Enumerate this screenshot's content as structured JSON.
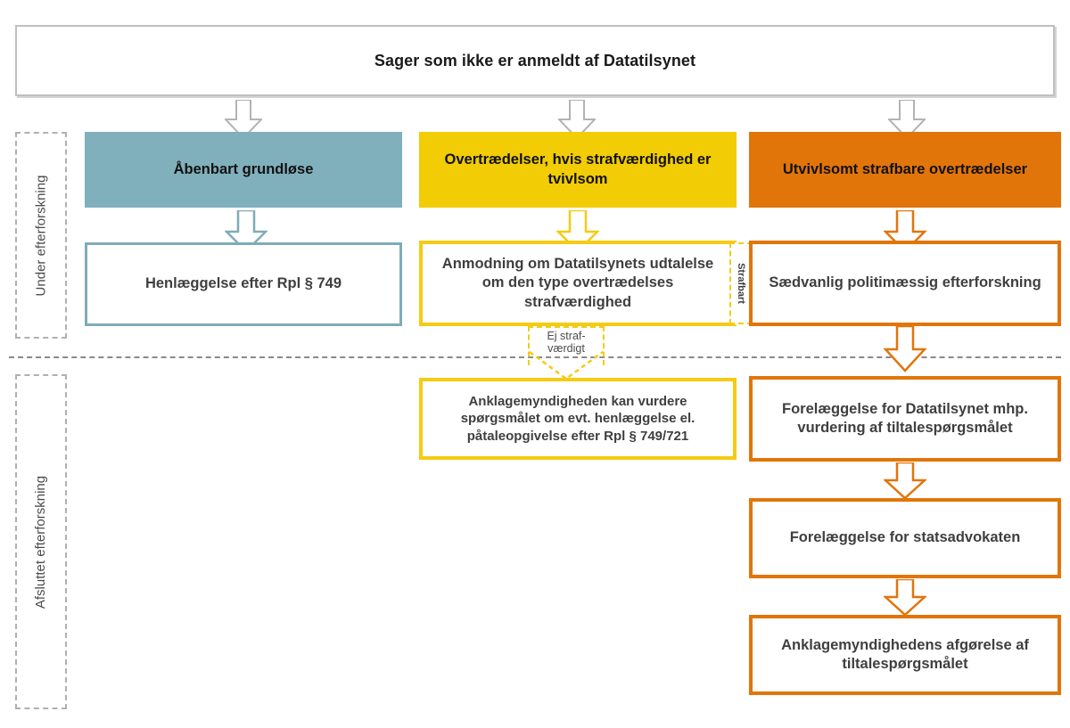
{
  "diagram": {
    "title": "Sager som ikke er anmeldt af Datatilsynet",
    "bands": [
      {
        "label": "Under efterforskning"
      },
      {
        "label": "Afsluttet efterforskning"
      }
    ],
    "colors": {
      "teal": "#80b0bc",
      "yellow": "#f2cc04",
      "orange": "#e2750a",
      "gray": "#bfbfbf"
    },
    "columns": [
      {
        "key": "teal",
        "header": "Åbenbart grundløse",
        "steps": [
          {
            "label": "Henlæggelse efter Rpl § 749"
          }
        ]
      },
      {
        "key": "yellow",
        "header": "Overtrædelser, hvis strafværdighed er tvivlsom",
        "steps": [
          {
            "label": "Anmodning om Datatilsynets udtalelse om den type overtrædelses strafværdighed"
          },
          {
            "label": "Anklagemyndigheden kan vurdere spørgsmålet om evt. henlæggelse el. påtaleopgivelse efter Rpl § 749/721"
          }
        ]
      },
      {
        "key": "orange",
        "header": "Utvivlsomt strafbare overtrædelser",
        "steps": [
          {
            "label": "Sædvanlig politimæssig efterforskning"
          },
          {
            "label": "Forelæggelse for Datatilsynet mhp. vurdering af tiltalespørgsmålet"
          },
          {
            "label": "Forelæggelse for statsadvokaten"
          },
          {
            "label": "Anklagemyndighedens afgørelse af tiltalespørgsmålet"
          }
        ]
      }
    ],
    "connectors": {
      "strafbart": "Strafbart",
      "ej_strafvaerdigt": "Ej straf-\nværdigt",
      "ej_strafvaerdigt_line1": "Ej straf-",
      "ej_strafvaerdigt_line2": "værdigt"
    }
  }
}
